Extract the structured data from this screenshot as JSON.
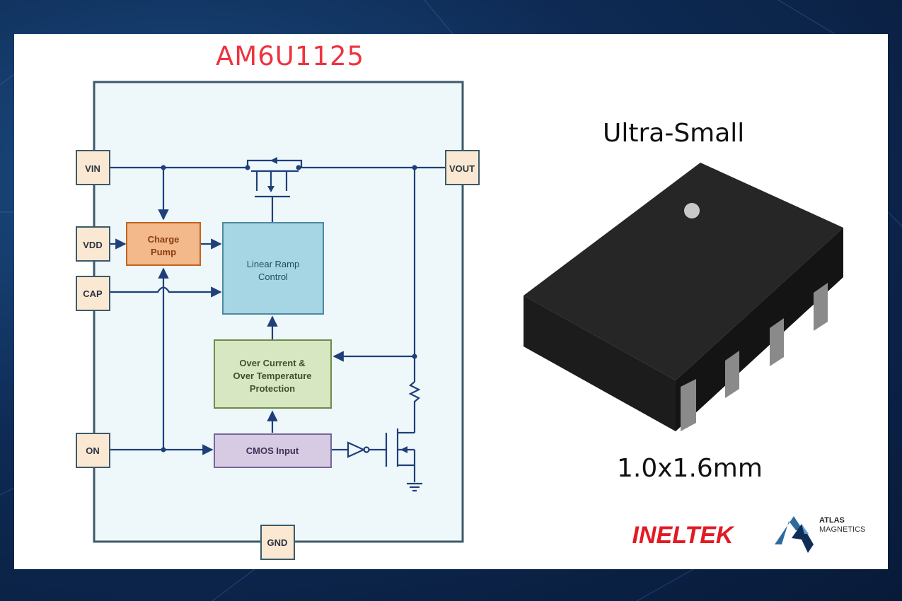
{
  "title": "AM6U1125",
  "package": {
    "label": "Ultra-Small",
    "dimensions": "1.0x1.6mm"
  },
  "pins": {
    "vin": "VIN",
    "vdd": "VDD",
    "cap": "CAP",
    "on": "ON",
    "vout": "VOUT",
    "gnd": "GND"
  },
  "blocks": {
    "charge_pump": [
      "Charge",
      "Pump"
    ],
    "linear_ramp": [
      "Linear Ramp",
      "Control"
    ],
    "protection": [
      "Over Current &",
      "Over Temperature",
      "Protection"
    ],
    "cmos_input": "CMOS Input"
  },
  "logos": {
    "ineltek": "INELTEK",
    "atlas": "ATLAS",
    "magnetics": "MAGNETICS"
  },
  "colors": {
    "title": "#ee3340",
    "wire": "#1e3f7a",
    "chip_bg": "#eef7fa",
    "chip_border": "#3c5a6a",
    "pin_fill": "#fbe8d2",
    "charge_pump": "#f4b98b",
    "linear_ramp": "#a6d5e3",
    "protection": "#d7e7c2",
    "cmos_input": "#d6cbe3",
    "ineltek_red": "#e21b23"
  }
}
